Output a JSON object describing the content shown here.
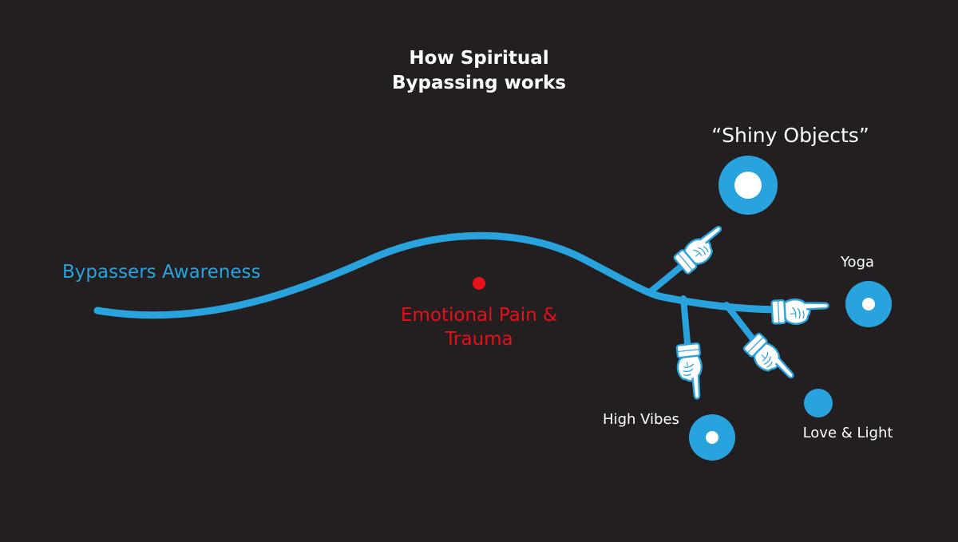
{
  "title": {
    "line1": "How Spiritual",
    "line2": "Bypassing works"
  },
  "awareness_label": "Bypassers Awareness",
  "pain_label": {
    "line1": "Emotional Pain &",
    "line2": "Trauma"
  },
  "targets": {
    "shiny_objects": "“Shiny Objects”",
    "yoga": "Yoga",
    "high_vibes": "High Vibes",
    "love_and_light": "Love & Light"
  },
  "colors": {
    "background": "#231f20",
    "accent_blue": "#29a3dd",
    "pain_red": "#e8101a",
    "text_white": "#ffffff"
  },
  "icons": {
    "hand": "pointing-hand-icon",
    "target": "target-circle-icon"
  }
}
